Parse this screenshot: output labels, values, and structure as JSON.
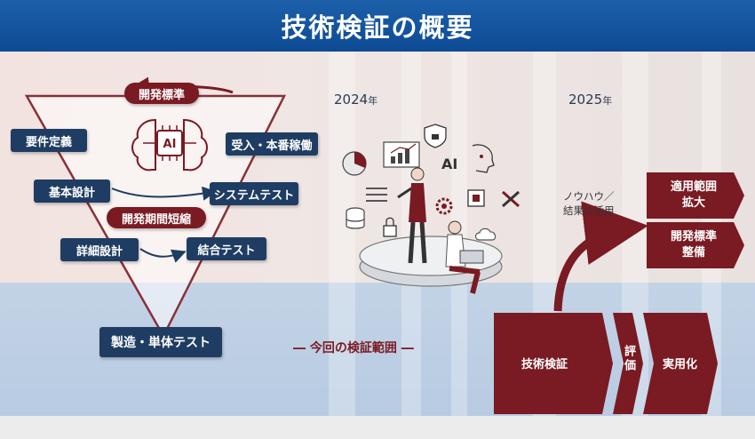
{
  "header": {
    "title": "技術検証の概要"
  },
  "timeline": {
    "year_2024": "2024",
    "year_2025": "2025",
    "year_suffix": "年"
  },
  "v_model": {
    "top": "開発標準",
    "left": [
      "要件定義",
      "基本設計",
      "詳細設計"
    ],
    "right": [
      "受入・本番稼働",
      "システムテスト",
      "結合テスト"
    ],
    "bottom": "製造・単体テスト",
    "shortening": "開発期間短縮",
    "ai_label": "AI"
  },
  "illustration": {
    "ai_text": "AI"
  },
  "scope": {
    "label": "― 今回の検証範囲 ―"
  },
  "knowhow": {
    "line1": "ノウハウ／",
    "line2": "結果の活用"
  },
  "flow": {
    "stage1": "技術検証",
    "stage2": "評価",
    "stage3": "実用化",
    "outcome1_line1": "適用範囲",
    "outcome1_line2": "拡大",
    "outcome2_line1": "開発標準",
    "outcome2_line2": "整備"
  },
  "colors": {
    "brand_blue": "#0d4a94",
    "navy": "#1f3d62",
    "maroon": "#7a1a22",
    "band_blue": "#c3d3e6"
  }
}
